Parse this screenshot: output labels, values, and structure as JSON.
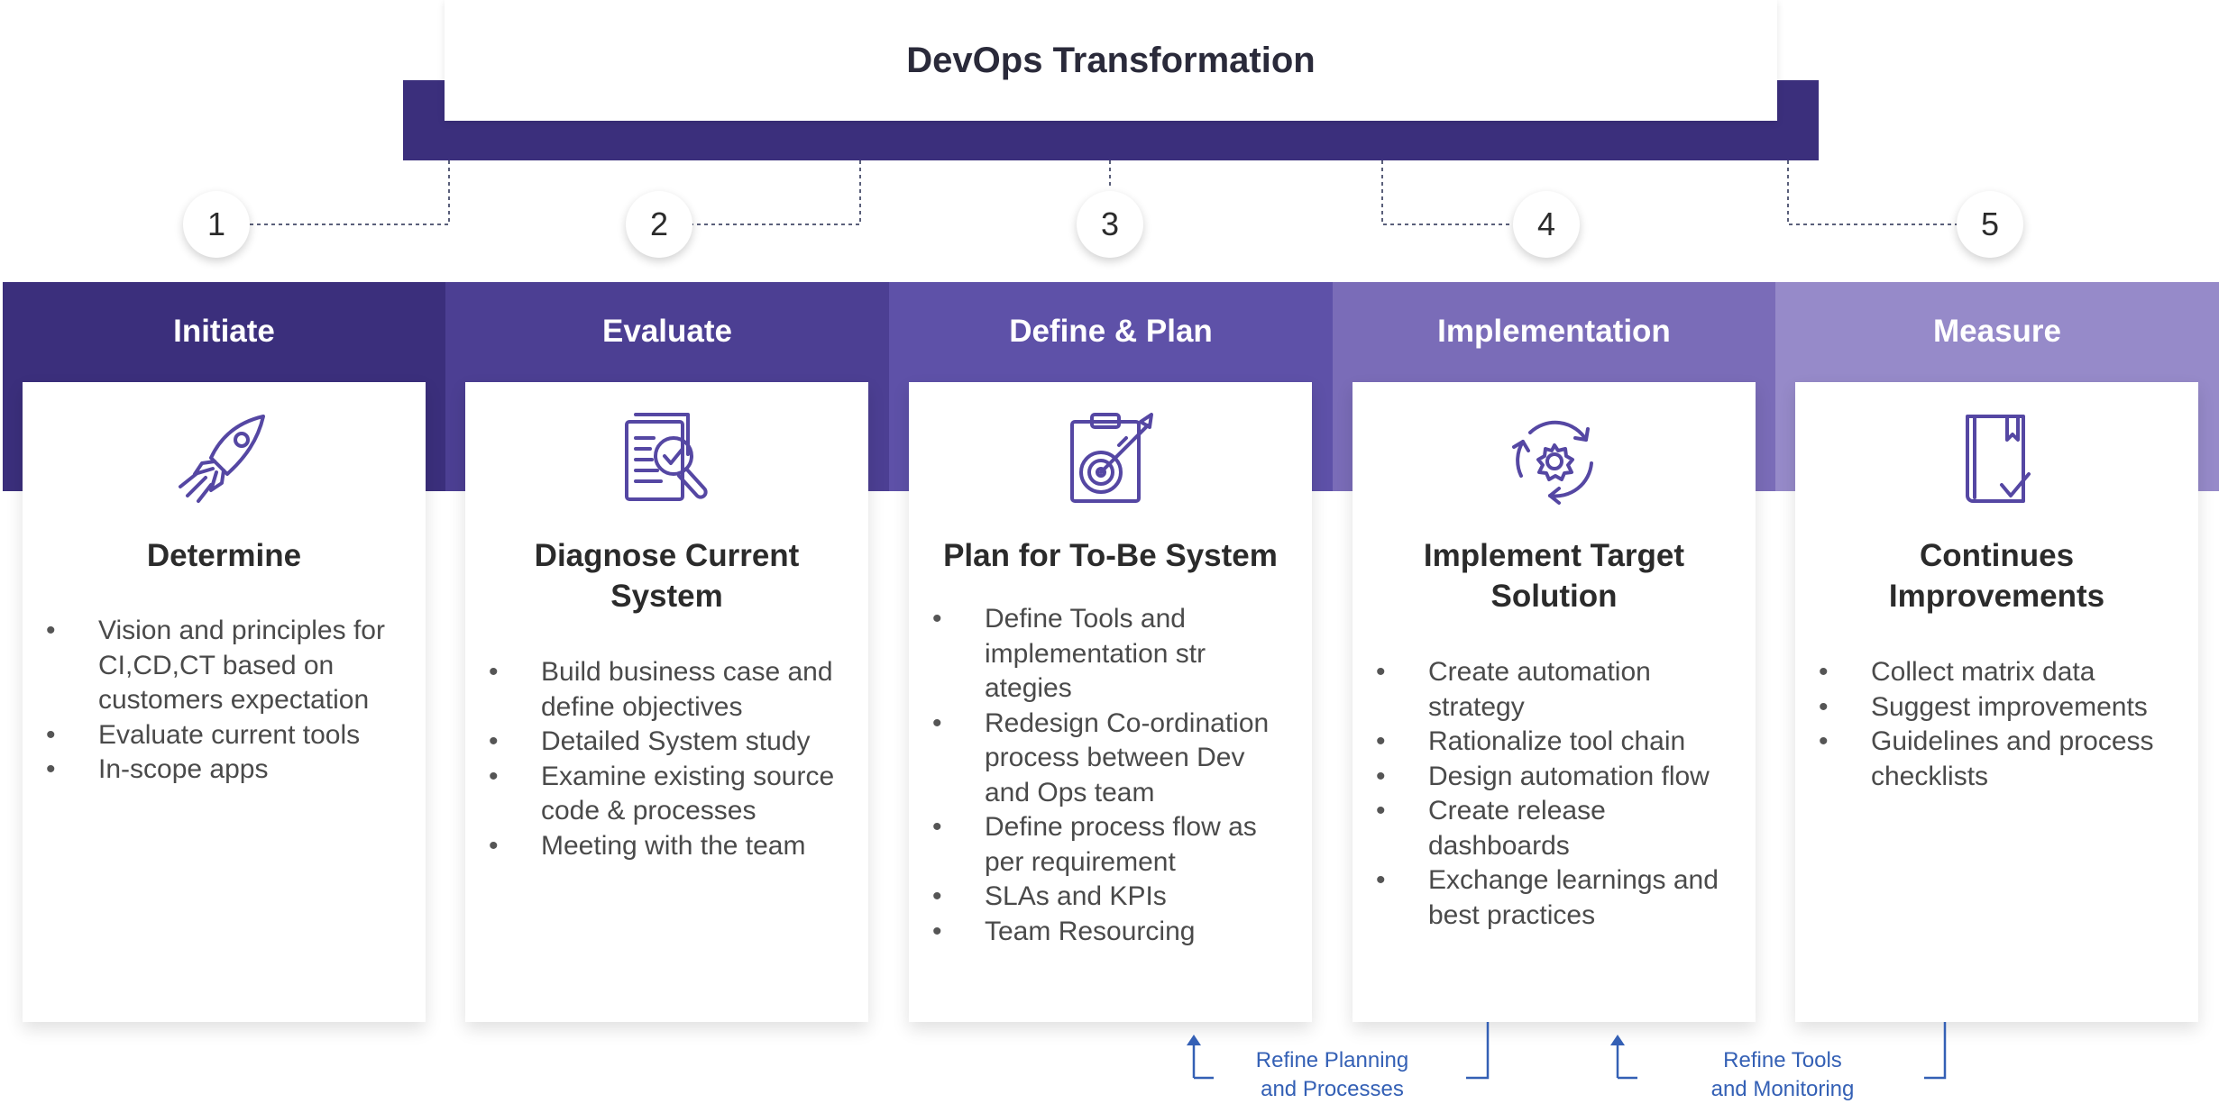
{
  "title": "DevOps Transformation",
  "colors": {
    "col1": "#3b2f7c",
    "col2": "#4c3f93",
    "col3": "#5e51a8",
    "col4": "#7a6cb8",
    "col5": "#968ac9",
    "accent_icon": "#5547a3",
    "feedback": "#3460b5"
  },
  "phases": [
    {
      "number": "1",
      "label": "Initiate",
      "icon": "rocket-icon",
      "card_title": "Determine",
      "items": [
        "Vision and principles for CI,CD,CT  based on customers expectation",
        "Evaluate current tools",
        "In-scope apps"
      ]
    },
    {
      "number": "2",
      "label": "Evaluate",
      "icon": "document-magnifier-icon",
      "card_title": "Diagnose Current System",
      "items": [
        "Build business case and define objectives",
        "Detailed System study",
        "Examine existing source code & processes",
        "Meeting with the team"
      ]
    },
    {
      "number": "3",
      "label": "Define & Plan",
      "icon": "clipboard-target-icon",
      "card_title": "Plan for To-Be System",
      "items": [
        "Define Tools and implementation str ategies",
        "Redesign Co-ordination process between Dev and Ops team",
        "Define process flow as per requirement",
        "SLAs and KPIs",
        "Team Resourcing"
      ]
    },
    {
      "number": "4",
      "label": "Implementation",
      "icon": "gear-cycle-icon",
      "card_title": "Implement Target Solution",
      "items": [
        "Create automation strategy",
        "Rationalize tool chain",
        "Design automation flow",
        "Create release  dashboards",
        "Exchange learnings and best practices"
      ]
    },
    {
      "number": "5",
      "label": "Measure",
      "icon": "book-check-icon",
      "card_title": "Continues Improvements",
      "items": [
        "Collect matrix data",
        "Suggest improvements",
        "Guidelines and process checklists"
      ]
    }
  ],
  "feedback_loops": [
    {
      "line1": "Refine Planning",
      "line2": "and Processes"
    },
    {
      "line1": "Refine  Tools",
      "line2": "and Monitoring"
    }
  ]
}
